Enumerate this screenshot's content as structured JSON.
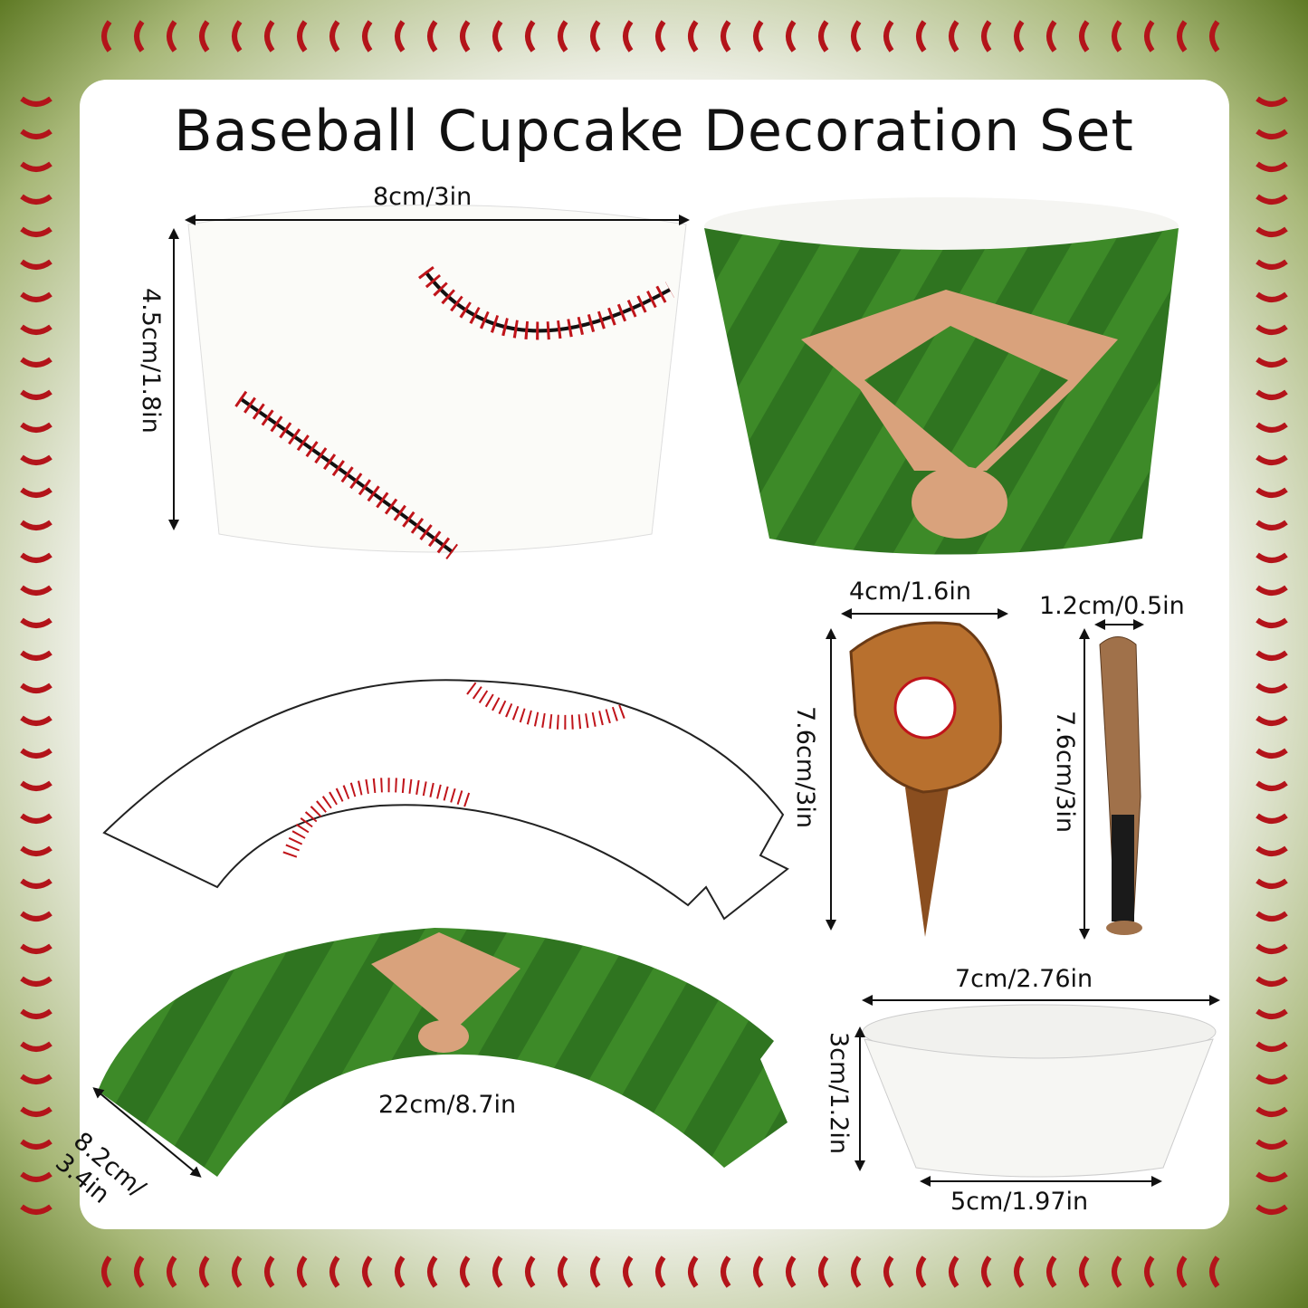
{
  "title": "Baseball Cupcake Decoration Set",
  "colors": {
    "grass": "#3f8a2a",
    "dirt": "#d9a27c",
    "stitch": "#c0141a",
    "glove": "#a9622a",
    "bat": "#a0714a"
  },
  "dimensions": {
    "wrapper_width": "8cm/3in",
    "wrapper_height": "4.5cm/1.8in",
    "topper_width": "4cm/1.6in",
    "topper_height": "7.6cm/3in",
    "bat_width": "1.2cm/0.5in",
    "bat_height": "7.6cm/3in",
    "cup_top": "7cm/2.76in",
    "cup_height": "3cm/1.2in",
    "cup_bottom": "5cm/1.97in",
    "flat_length": "22cm/8.7in",
    "flat_side": "8.2cm/ 3.4in"
  }
}
